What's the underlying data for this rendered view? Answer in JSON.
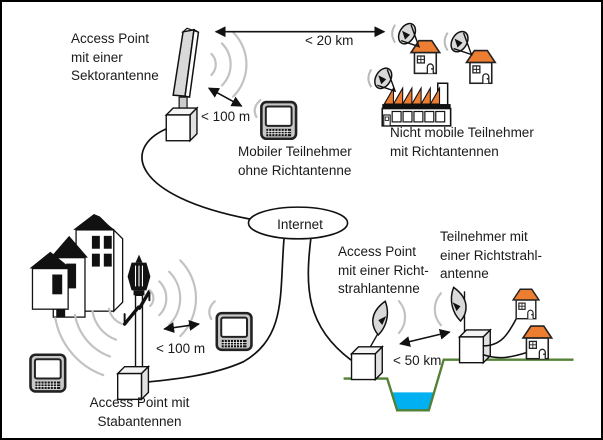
{
  "diagram": {
    "language": "de",
    "topic": "Wireless access network topology (access points, antennas, subscribers, Internet)",
    "nodes": {
      "ap_sector": {
        "label": "Access Point\nmit einer\nSektorantenne",
        "icon": "sector-antenna-on-box"
      },
      "mobile_subscriber": {
        "label": "Mobiler Teilnehmer\nohne Richtantenne",
        "icon": "handheld-terminal"
      },
      "fixed_subscribers": {
        "label": "Nicht mobile Teilnehmer\nmit Richtantennen",
        "icon": "houses-and-factory-with-dish-antennas"
      },
      "internet": {
        "label": "Internet",
        "icon": "internet-ellipse"
      },
      "ap_stab": {
        "label": "Access Point mit\nStabantennen",
        "icon": "lamp-post-with-rod-antennas"
      },
      "ap_richtstrahl": {
        "label": "Access Point\nmit einer Richt-\nstrahlantenne",
        "icon": "directional-beam-antenna-on-box"
      },
      "subscriber_richtstrahl": {
        "label": "Teilnehmer mit\neiner Richtstrahl-\nantenne",
        "icon": "directional-beam-antenna-on-box"
      }
    },
    "distances": {
      "sector_to_fixed": "< 20 km",
      "sector_to_mobile": "< 100 m",
      "stab_to_mobile": "< 100 m",
      "beam_to_beam": "< 50 km"
    },
    "icons": {
      "sector-antenna-icon": "tall gray panel on pole and switch box",
      "rod-antenna-icon": "two short black rods on lamp post",
      "dish-antenna-icon": "gray parabolic dish with feed arm",
      "beam-antenna-icon": "gray curved sail reflector on mast",
      "handheld-terminal-icon": "gray device with screen and keypad",
      "house-icon": "white house with orange roof",
      "factory-icon": "white factory with orange sawtooth roof and chimney",
      "village-houses-icon": "black and white gabled houses",
      "internet-cloud": "white ellipse labelled Internet",
      "signal-waves-icon": "light gray concentric arcs",
      "river": "blue water in green valley"
    },
    "colors": {
      "roof_orange": "#ED7D31",
      "water_blue": "#00B0F0",
      "ground_green": "#538135",
      "signal_gray": "#c2c2c2",
      "antenna_gray": "#d9d9d9",
      "outline": "#111111",
      "background": "#ffffff",
      "frame": "#000000"
    }
  }
}
